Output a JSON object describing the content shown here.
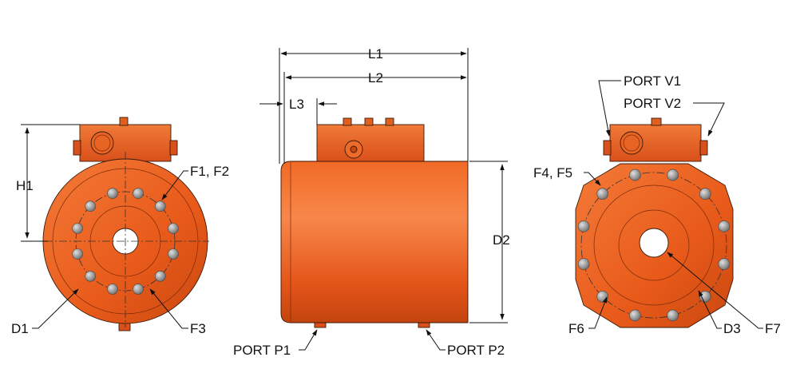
{
  "colors": {
    "body": "#e85a1a",
    "body_dark": "#b83c0a",
    "body_light": "#f8874a",
    "bolt": "#9a9a9a",
    "line": "#111111"
  },
  "views": {
    "front": {
      "labels": {
        "h1": "H1",
        "d1": "D1",
        "f1_f2": "F1, F2",
        "f3": "F3"
      }
    },
    "side": {
      "labels": {
        "l1": "L1",
        "l2": "L2",
        "l3": "L3",
        "d2": "D2",
        "port_p1": "PORT P1",
        "port_p2": "PORT P2"
      }
    },
    "rear": {
      "labels": {
        "port_v1": "PORT V1",
        "port_v2": "PORT V2",
        "f4_f5": "F4, F5",
        "f6": "F6",
        "d3": "D3",
        "f7": "F7"
      }
    }
  }
}
